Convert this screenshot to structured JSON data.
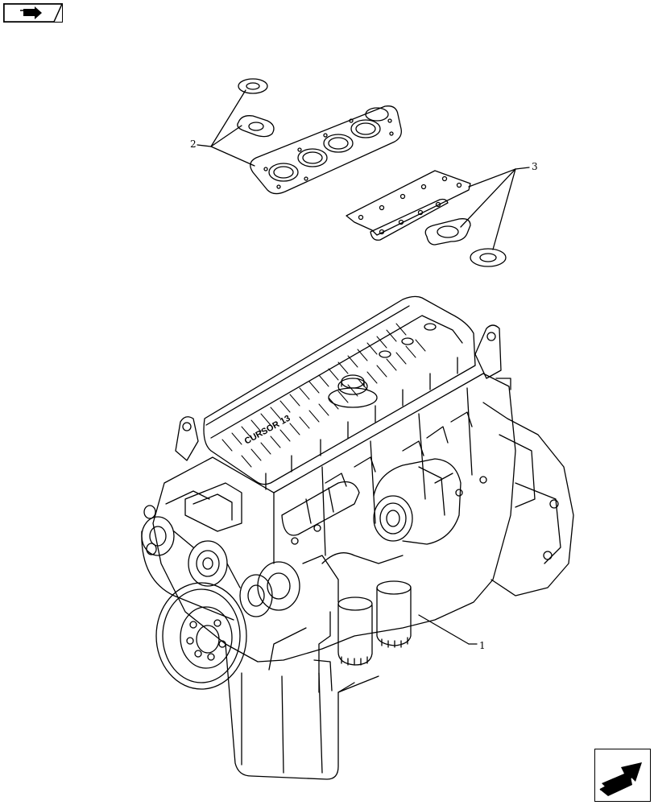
{
  "diagram": {
    "callouts": [
      {
        "id": "1",
        "label": "1",
        "part": "engine"
      },
      {
        "id": "2",
        "label": "2",
        "part": "cylinder-head-gasket-set"
      },
      {
        "id": "3",
        "label": "3",
        "part": "manifold-gasket-set"
      }
    ],
    "valve_cover_lettering": "CURSOR 13",
    "colors": {
      "line": "#000000",
      "background": "#ffffff"
    }
  },
  "navigation": {
    "previous_icon": "arrow-back-icon",
    "next_icon": "arrow-next-icon"
  }
}
